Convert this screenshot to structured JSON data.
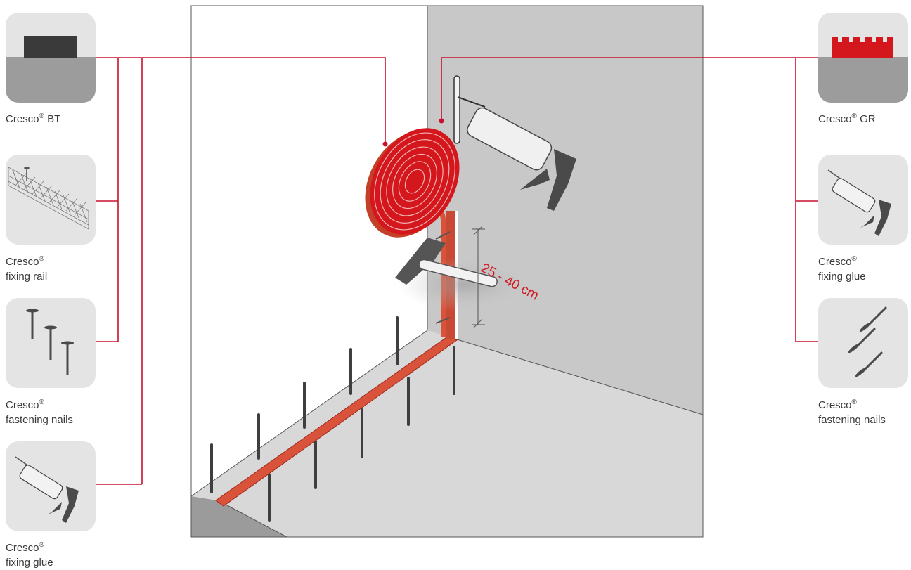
{
  "left_items": [
    {
      "id": "bt",
      "brand": "Cresco",
      "mark": "®",
      "name": "BT",
      "line2": "",
      "icon": "black-block-on-base-icon"
    },
    {
      "id": "fixing-rail",
      "brand": "Cresco",
      "mark": "®",
      "name": "",
      "line2": "fixing rail",
      "icon": "mesh-rail-icon"
    },
    {
      "id": "fastening-nails-left",
      "brand": "Cresco",
      "mark": "®",
      "name": "",
      "line2": "fastening nails",
      "icon": "nails-icon"
    },
    {
      "id": "fixing-glue-left",
      "brand": "Cresco",
      "mark": "®",
      "name": "",
      "line2": "fixing glue",
      "icon": "caulk-gun-icon"
    }
  ],
  "right_items": [
    {
      "id": "gr",
      "brand": "Cresco",
      "mark": "®",
      "name": "GR",
      "line2": "",
      "icon": "red-grooved-strip-on-base-icon"
    },
    {
      "id": "fixing-glue-right",
      "brand": "Cresco",
      "mark": "®",
      "name": "",
      "line2": "fixing glue",
      "icon": "caulk-gun-icon"
    },
    {
      "id": "fastening-nails-right",
      "brand": "Cresco",
      "mark": "®",
      "name": "",
      "line2": "fastening nails",
      "icon": "tilted-nails-icon"
    }
  ],
  "measurement": "25 - 40 cm",
  "colors": {
    "accent": "#d4161d",
    "tile": "#e4e4e4",
    "wall": "#c8c8c9",
    "floor": "#d9d9da",
    "text": "#3a3a3a"
  }
}
